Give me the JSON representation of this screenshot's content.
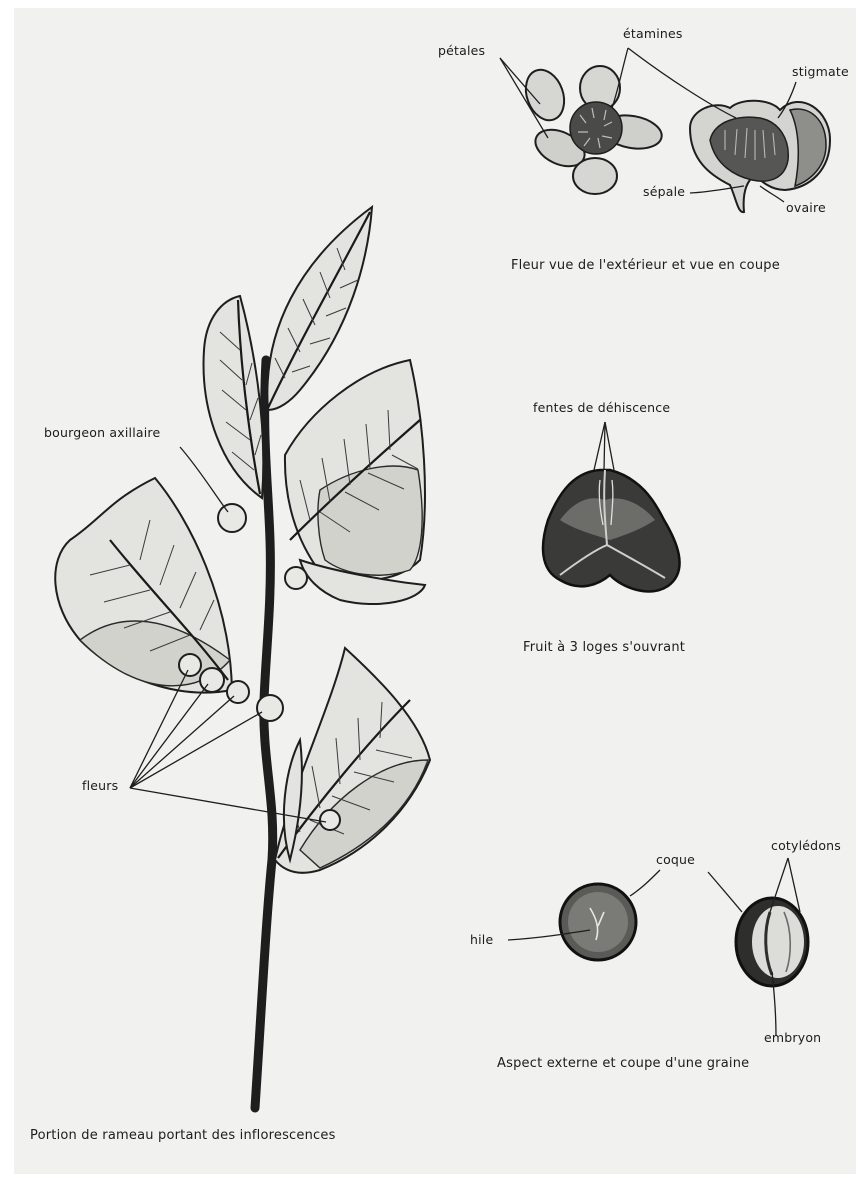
{
  "labels": {
    "petales": "pétales",
    "etamines": "étamines",
    "stigmate": "stigmate",
    "sepale": "sépale",
    "ovaire": "ovaire",
    "fentes": "fentes de déhiscence",
    "bourgeon": "bourgeon axillaire",
    "fleurs": "fleurs",
    "coque": "coque",
    "cotyledons": "cotylédons",
    "hile": "hile",
    "embryon": "embryon"
  },
  "captions": {
    "flower": "Fleur vue de l'extérieur et vue en coupe",
    "fruit": "Fruit à 3 loges s'ouvrant",
    "seed": "Aspect externe et coupe d'une graine",
    "branch": "Portion de rameau portant des inflorescences"
  }
}
